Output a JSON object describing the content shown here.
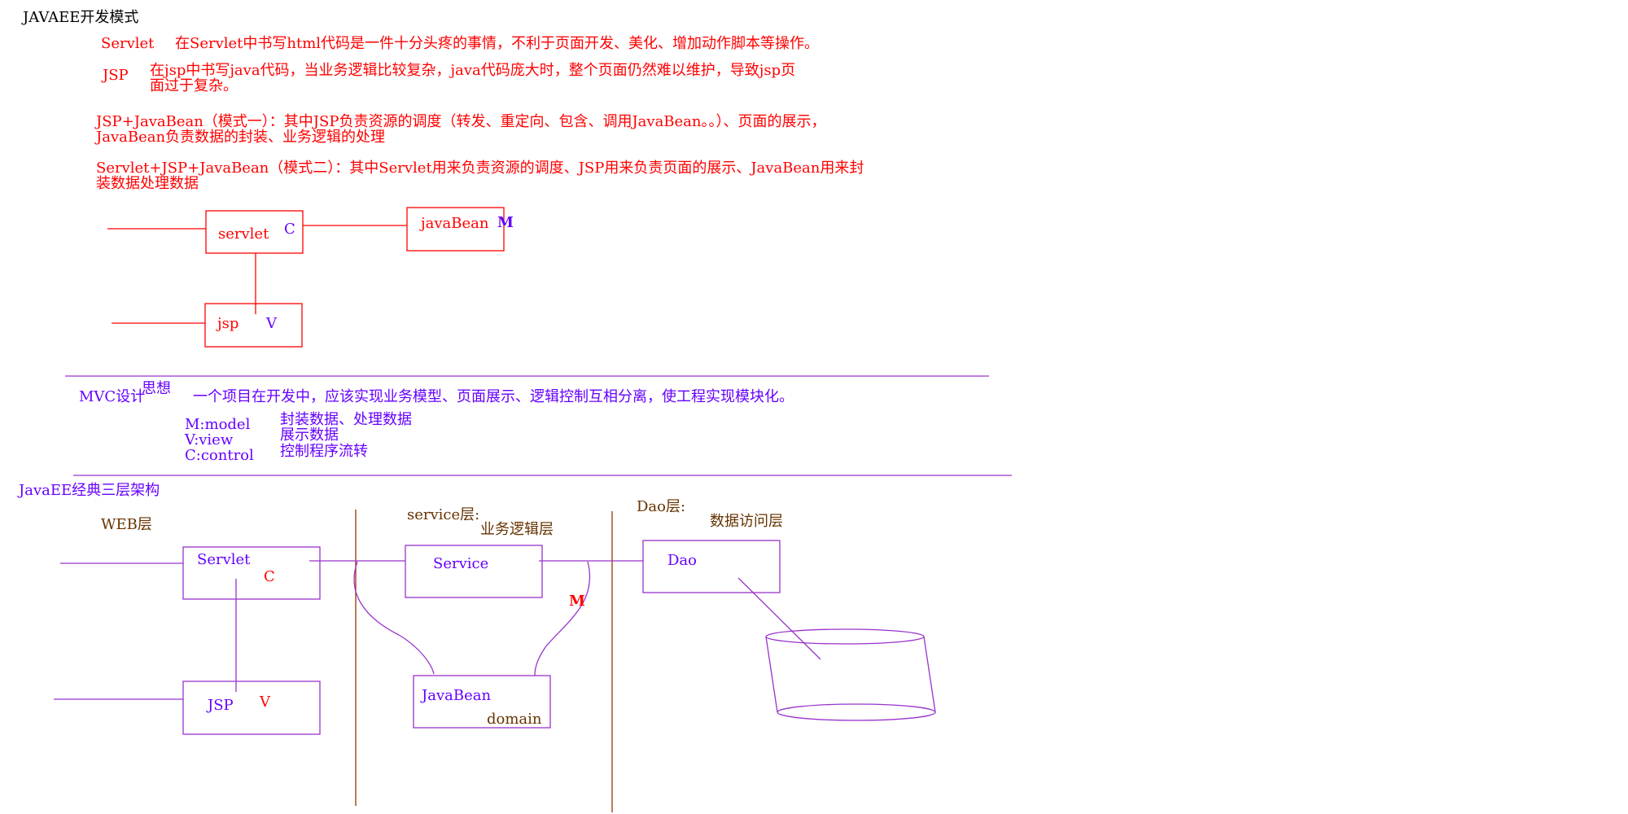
{
  "title": "JAVAEE开发模式",
  "modes": {
    "servlet": {
      "label": "Servlet",
      "desc": "在Servlet中书写html代码是一件十分头疼的事情，不利于页面开发、美化、增加动作脚本等操作。"
    },
    "jsp": {
      "label": "JSP",
      "desc_line1": "在jsp中书写java代码，当业务逻辑比较复杂，java代码庞大时，整个页面仍然难以维护，导致jsp页",
      "desc_line2": "面过于复杂。"
    },
    "mode1": {
      "line1": "JSP+JavaBean（模式一）：其中JSP负责资源的调度（转发、重定向、包含、调用JavaBean。。）、页面的展示，",
      "line2": "JavaBean负责数据的封装、业务逻辑的处理"
    },
    "mode2": {
      "line1": "Servlet+JSP+JavaBean（模式二）：其中Servlet用来负责资源的调度、JSP用来负责页面的展示、JavaBean用来封",
      "line2": "装数据处理数据"
    }
  },
  "diagram1": {
    "servlet_box": "servlet",
    "servlet_tag": "C",
    "javabean_box": "javaBean",
    "javabean_tag": "M",
    "jsp_box": "jsp",
    "jsp_tag": "V"
  },
  "mvc": {
    "label": "MVC设计",
    "label_sup": "思想",
    "desc": "一个项目在开发中，应该实现业务模型、页面展示、逻辑控制互相分离，使工程实现模块化。",
    "items": [
      {
        "key": "M:model",
        "value": "封装数据、处理数据"
      },
      {
        "key": "V:view",
        "value": "展示数据"
      },
      {
        "key": "C:control",
        "value": "控制程序流转"
      }
    ]
  },
  "three_tier": {
    "title": "JavaEE经典三层架构",
    "web_layer": "WEB层",
    "service_layer": "service层:",
    "service_sub": "业务逻辑层",
    "dao_layer": "Dao层:",
    "dao_sub": "数据访问层",
    "servlet_box": "Servlet",
    "servlet_tag": "C",
    "jsp_box": "JSP",
    "jsp_tag": "V",
    "service_box": "Service",
    "dao_box": "Dao",
    "javabean_box": "JavaBean",
    "javabean_sub": "domain",
    "m_tag": "M"
  },
  "colors": {
    "red": "#ff0000",
    "purple": "#6600ff",
    "brown": "#663300",
    "line_red": "#ff0000",
    "line_purple": "#9933cc",
    "line_brown": "#993300"
  }
}
